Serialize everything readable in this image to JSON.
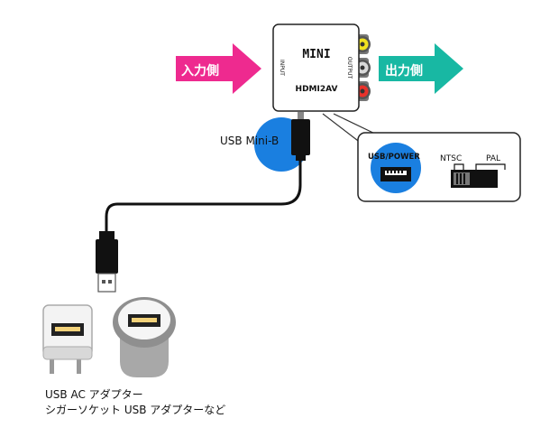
{
  "input_arrow": {
    "label": "入力側",
    "color": "#ee2a8f"
  },
  "output_arrow": {
    "label": "出力側",
    "color": "#18b8a3"
  },
  "device": {
    "logo": "MINI",
    "model": "HDMI2AV",
    "input_label": "INPUT",
    "output_label": "OUTPUT",
    "rca_colors": [
      "#f0e11f",
      "#d9d9d9",
      "#e8322b"
    ]
  },
  "detail": {
    "usb_power_label": "USB/POWER",
    "ntsc_label": "NTSC",
    "pal_label": "PAL"
  },
  "usb_mini_b": {
    "label": "USB Mini-B",
    "highlight_color": "#1a7fe0"
  },
  "adapters": {
    "caption_line1": "USB AC アダプター",
    "caption_line2": "シガーソケット USB アダプターなど"
  }
}
